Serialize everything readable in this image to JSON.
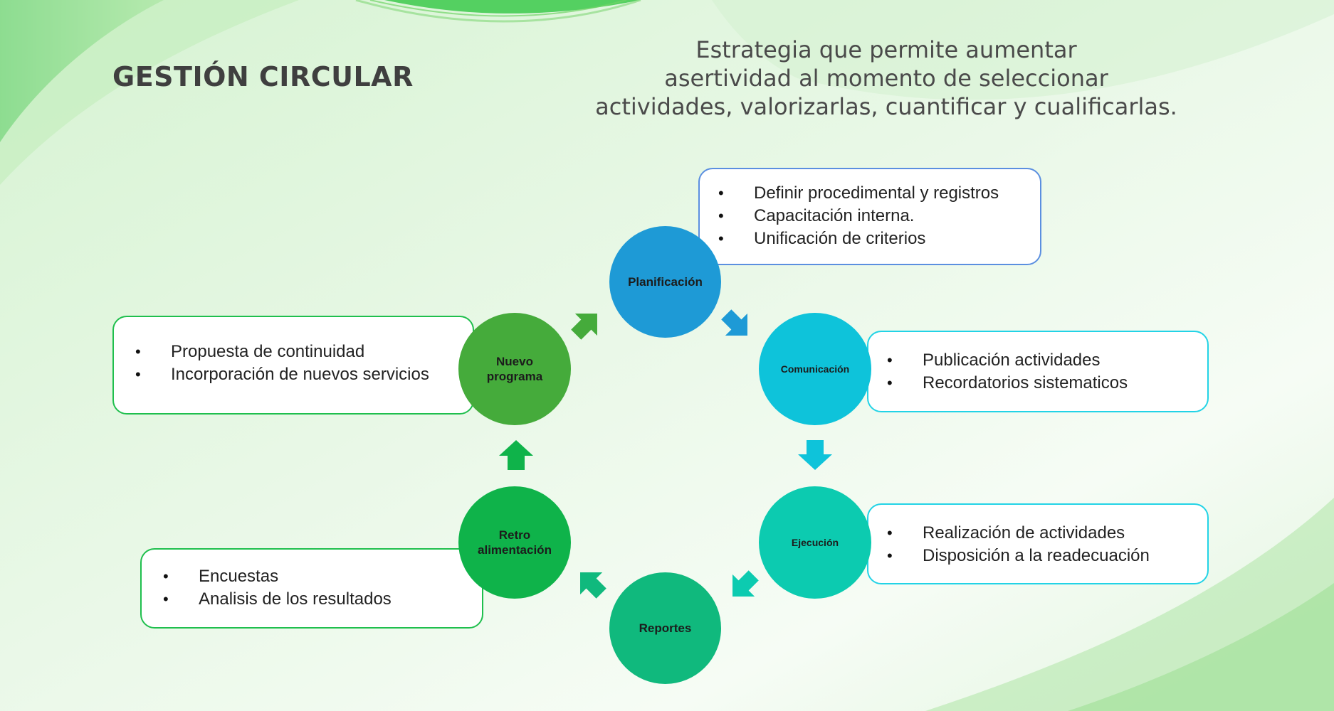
{
  "title": "GESTIÓN CIRCULAR",
  "subtitle": [
    "Estrategia que permite aumentar",
    "asertividad al momento de seleccionar",
    "actividades, valorizarlas, cuantificar y cualificarlas."
  ],
  "cycle": {
    "planificacion": {
      "label": [
        "Planificación"
      ],
      "color": "#1e9ad6",
      "items": [
        "Definir procedimental y registros",
        "Capacitación interna.",
        "Unificación de criterios"
      ]
    },
    "comunicacion": {
      "label": [
        "Comunicación"
      ],
      "color": "#0ec3da",
      "items": [
        "Publicación actividades",
        "Recordatorios sistematicos"
      ]
    },
    "ejecucion": {
      "label": [
        "Ejecución"
      ],
      "color": "#0ccbb0",
      "items": [
        "Realización de actividades",
        "Disposición a la readecuación"
      ]
    },
    "reportes": {
      "label": [
        "Reportes"
      ],
      "color": "#10b97d"
    },
    "retroalimentacion": {
      "label": [
        "Retro",
        "alimentación"
      ],
      "color": "#0fb34a",
      "items": [
        "Encuestas",
        "Analisis de los resultados"
      ]
    },
    "nuevo_programa": {
      "label": [
        "Nuevo",
        "programa"
      ],
      "color": "#45ab3b",
      "items": [
        "Propuesta de continuidad",
        "Incorporación de nuevos servicios"
      ]
    }
  },
  "colors": {
    "background": "#e4f6e2",
    "wave_dark": "#37c54a",
    "wave_light": "#b8ebb2",
    "border_blue": "#5b8fe0",
    "border_cyan": "#22d3e6",
    "border_green": "#1fbf4d"
  }
}
